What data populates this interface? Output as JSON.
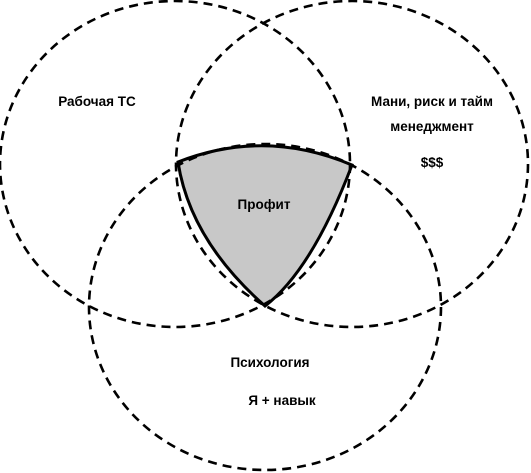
{
  "diagram": {
    "circles": [
      {
        "id": "top-left",
        "lines": [
          "Рабочая ТС"
        ]
      },
      {
        "id": "top-right",
        "lines": [
          "Мани, риск и тайм",
          "менеджмент",
          "$$$"
        ]
      },
      {
        "id": "bottom",
        "lines": [
          "Психология",
          "Я + навык"
        ]
      }
    ],
    "center": {
      "label": "Профит",
      "fill": "#c8c8c8"
    },
    "stroke_color": "#000000",
    "line_style": "dashed"
  }
}
